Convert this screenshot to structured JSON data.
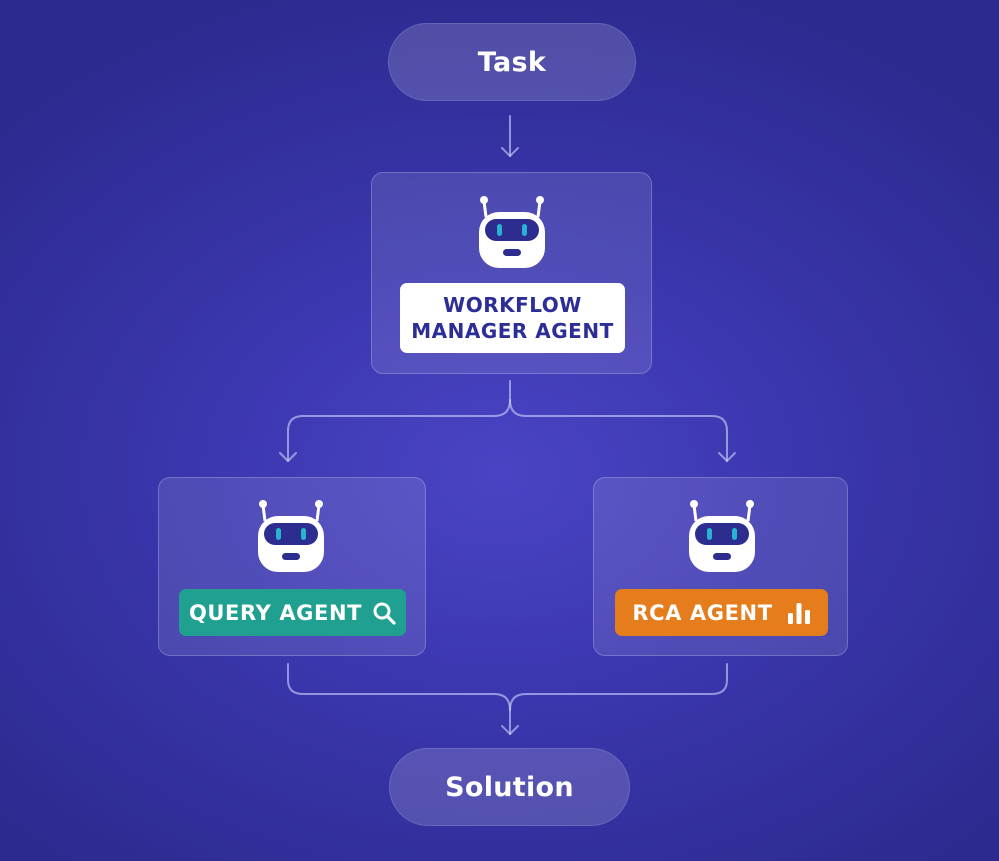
{
  "diagram": {
    "task_label": "Task",
    "solution_label": "Solution",
    "manager": {
      "label_line1": "WORKFLOW",
      "label_line2": "MANAGER AGENT",
      "icon": "robot-icon"
    },
    "query_agent": {
      "label": "QUERY AGENT",
      "icon": "robot-icon",
      "badge_icon": "search-icon"
    },
    "rca_agent": {
      "label": "RCA AGENT",
      "icon": "robot-icon",
      "badge_icon": "bar-chart-icon"
    }
  },
  "colors": {
    "background": "#3a36ad",
    "query_badge": "#1fa091",
    "rca_badge": "#e57d1c",
    "manager_label_text": "#2c2d96",
    "robot_eye": "#28b3d0",
    "robot_visor": "#2c2d8f"
  }
}
